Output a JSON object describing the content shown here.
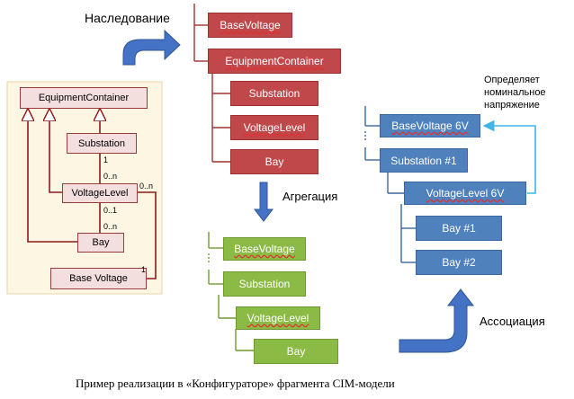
{
  "labels": {
    "inheritance": "Наследование",
    "aggregation": "Агрегация",
    "association": "Ассоциация",
    "defines": "Определяет\nноминальное\nнапряжение",
    "caption": "Пример реализации в «Конфигураторе» фрагмента  CIM-модели"
  },
  "uml": {
    "equipment_container": "EquipmentContainer",
    "substation": "Substation",
    "voltage_level": "VoltageLevel",
    "bay": "Bay",
    "base_voltage": "Base Voltage",
    "mult": {
      "sub_vl_one": "1",
      "sub_vl_many": "0..n",
      "vl_bay_one": "0..1",
      "vl_bay_many": "0..n",
      "vl_bv_many": "0..n",
      "vl_bv_one": "1"
    }
  },
  "red_tree": {
    "base_voltage": "BaseVoltage",
    "equipment_container": "EquipmentContainer",
    "substation": "Substation",
    "voltage_level": "VoltageLevel",
    "bay": "Bay"
  },
  "green_tree": {
    "base_voltage": "BaseVoltage",
    "substation": "Substation",
    "voltage_level": "VoltageLevel",
    "bay": "Bay"
  },
  "blue_tree": {
    "base_voltage": "BaseVoltage 6V",
    "substation": "Substation #1",
    "voltage_level": "VoltageLevel 6V",
    "bay1": "Bay #1",
    "bay2": "Bay #2"
  },
  "colors": {
    "red": "#c0474a",
    "green": "#8bbb45",
    "blue": "#4f81bd",
    "uml_panel": "#fdf6e3",
    "arrow_blue": "#4472c4",
    "link_cyan": "#3fb6e6"
  }
}
